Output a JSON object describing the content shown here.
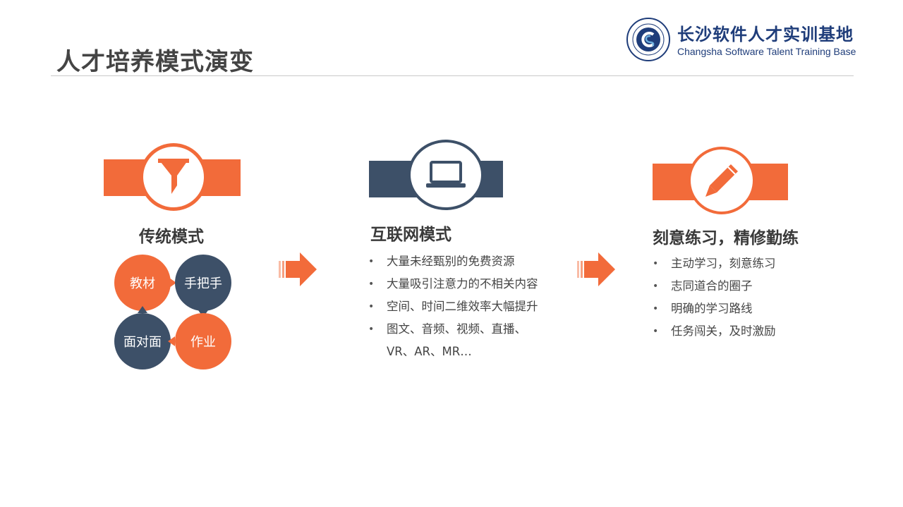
{
  "page": {
    "title": "人才培养模式演变"
  },
  "logo": {
    "name_cn": "长沙软件人才实训基地",
    "name_en": "Changsha Software Talent Training Base"
  },
  "colors": {
    "orange": "#f26b3a",
    "navy": "#3d5068"
  },
  "columns": [
    {
      "title": "传统模式",
      "icon": "funnel-icon",
      "bubbles": [
        "教材",
        "手把手",
        "面对面",
        "作业"
      ]
    },
    {
      "title": "互联网模式",
      "icon": "laptop-icon",
      "items": [
        "大量未经甄别的免费资源",
        "大量吸引注意力的不相关内容",
        "空间、时间二维效率大幅提升",
        "图文、音频、视频、直播、"
      ],
      "continuation": "VR、AR、MR…"
    },
    {
      "title": "刻意练习，精修勤练",
      "icon": "pencil-icon",
      "items": [
        "主动学习，刻意练习",
        "志同道合的圈子",
        "明确的学习路线",
        "任务闯关，及时激励"
      ]
    }
  ]
}
